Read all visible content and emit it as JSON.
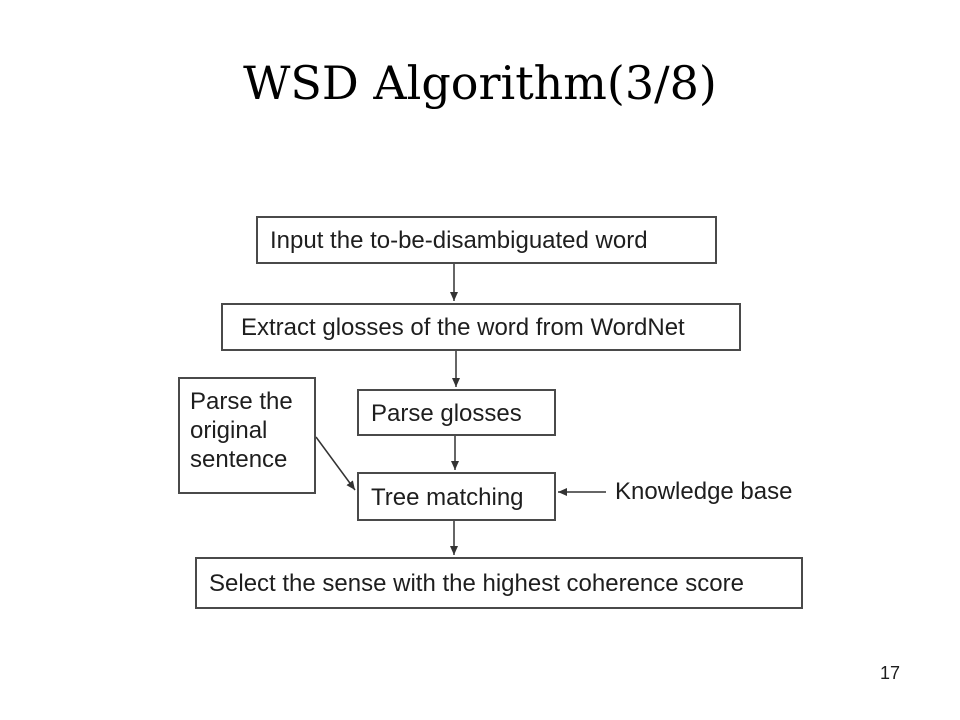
{
  "slide": {
    "title": "WSD Algorithm(3/8)",
    "page_number": "17"
  },
  "flowchart": {
    "steps": [
      "Input the to-be-disambiguated word",
      "Extract glosses of the word  from WordNet",
      "Parse glosses",
      "Tree matching",
      "Select the sense with the highest coherence score"
    ],
    "side_input": "Parse the original sentence",
    "side_input_lines": [
      "Parse the",
      "original",
      "sentence"
    ],
    "external_input": "Knowledge base"
  },
  "colors": {
    "border": "#4a4a4a",
    "text": "#1e1e1e",
    "background": "#ffffff"
  }
}
